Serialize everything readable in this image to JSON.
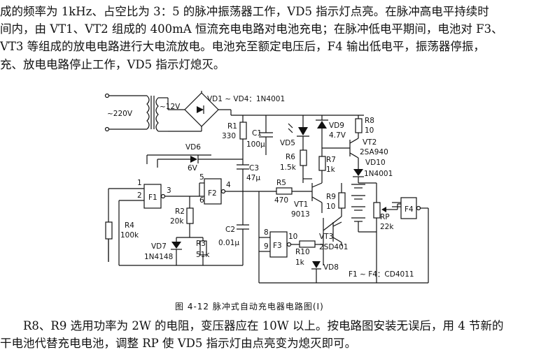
{
  "paragraph_top": [
    "成的频率为 1kHz、占空比为 3：5 的脉冲振荡器工作，VD5 指示灯点亮。在脉冲高电平持续时",
    "间内，由 VT1、VT2 组成的 400mA 恒流充电电路对电池充电；在脉冲低电平期间，电池对 F3、",
    "VT3 等组成的放电电路进行大电流放电。电池充至额定电压后，F4 输出低电平，振荡器停振，",
    "充、放电电路停止工作，VD5 指示灯熄灭。"
  ],
  "schematic_labels": {
    "ac_input": "~220V",
    "secondary": "~12V",
    "bridge": "VD1 ~ VD4：1N4001",
    "r1_name": "R1",
    "r1_val": "330",
    "c1_name": "C1",
    "c1_val": "100μ",
    "vd5": "VD5",
    "vd9_name": "VD9",
    "vd9_val": "4.7V",
    "r8_name": "R8",
    "r8_val": "10",
    "vt2_name": "VT2",
    "vt2_val": "2SA940",
    "vd6_name": "VD6",
    "vd6_val": "6V",
    "c3_name": "C3",
    "c3_val": "47μ",
    "r6_name": "R6",
    "r6_val": "1.5k",
    "r7_name": "R7",
    "r7_val": "1k",
    "vd10_name": "VD10",
    "vd10_val": "1N4001",
    "f1": "F1",
    "f2": "F2",
    "f3": "F3",
    "f4": "F4",
    "pin1": "1",
    "pin2": "2",
    "pin3": "3",
    "pin5": "5",
    "pin6": "6",
    "pin4": "4",
    "pin8": "8",
    "pin9": "9",
    "pin10": "10",
    "r5_name": "R5",
    "r5_val": "470",
    "vt1_name": "VT1",
    "vt1_val": "9013",
    "r9_name": "R9",
    "r9_val": "10",
    "rp_name": "RP",
    "rp_val": "22k",
    "r2_name": "R2",
    "r2_val": "20k",
    "r4_name": "R4",
    "r4_val": "100k",
    "c2_name": "C2",
    "c2_val": "0.01μ",
    "vd7_name": "VD7",
    "vd7_val": "1N4148",
    "r3_name": "R3",
    "r3_val": "51k",
    "vt3_name": "VT3",
    "vt3_val": "2SD401",
    "r10_name": "R10",
    "r10_val": "1k",
    "vd8": "VD8",
    "gates": "F1 ~ F4：CD4011"
  },
  "caption": "图 4-12   脉冲式自动充电器电路图(Ⅰ)",
  "paragraph_bottom": [
    "R8、R9 选用功率为 2W 的电阻，变压器应在 10W 以上。按电路图安装无误后，用 4 节新的",
    "干电池代替充电电池，调整 RP 使 VD5 指示灯由点亮变为熄灭即可。"
  ]
}
